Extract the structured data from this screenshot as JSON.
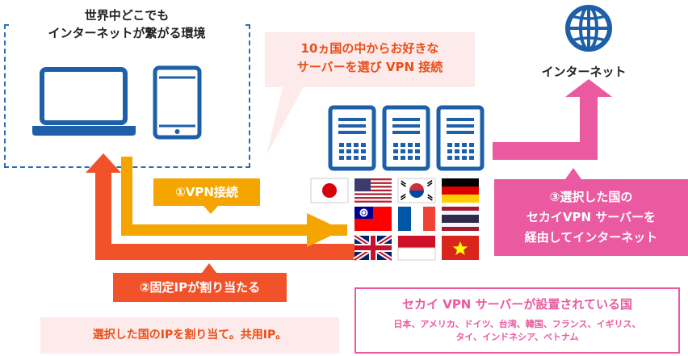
{
  "devices_box": {
    "title_line1": "世界中どこでも",
    "title_line2": "インターネットが繋がる環境"
  },
  "callout": {
    "line1": "10ヵ国の中からお好きな",
    "line2": "サーバーを選び VPN 接続"
  },
  "internet": {
    "label": "インターネット"
  },
  "step1": {
    "label": "①VPN接続"
  },
  "step2": {
    "label": "②固定IPが割り当たる"
  },
  "step3": {
    "line1": "③選択した国の",
    "line2": "セカイVPN サーバーを",
    "line3": "経由してインターネット"
  },
  "shared_ip": {
    "text": "選択した国のIPを割り当て。共用IP。"
  },
  "countries": {
    "title": "セカイ VPN サーバーが設置されている国",
    "line1": "日本、アメリカ、ドイツ、台湾、韓国、フランス、イギリス、",
    "line2": "タイ、インドネシア、ベトナム"
  },
  "colors": {
    "step1_orange": "#f5a500",
    "step2_red": "#f1522a",
    "step3_pink": "#ea5aa0",
    "device_blue": "#1d5fa8",
    "callout_bg": "#fdeaea"
  }
}
